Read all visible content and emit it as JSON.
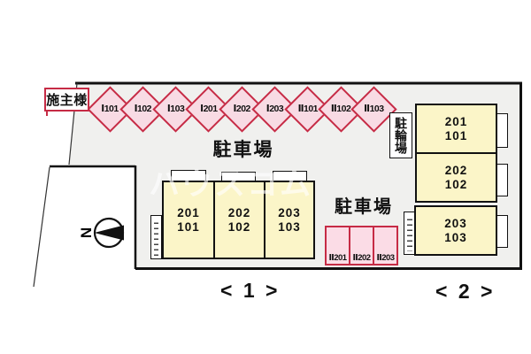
{
  "diagram": {
    "type": "site-parking-layout",
    "sponsor_label": "施主様",
    "compass_label": "N",
    "watermark_text": "ハウスコム",
    "colors": {
      "site_fill": "#f0f0ee",
      "outline": "#111111",
      "parking_fill": "#f8dbe4",
      "parking_border": "#c62b45",
      "unit_fill": "#fbf5c8"
    },
    "parking_row": {
      "title": "駐車場",
      "spaces": [
        {
          "label": "Ⅰ101"
        },
        {
          "label": "Ⅰ102"
        },
        {
          "label": "Ⅰ103"
        },
        {
          "label": "Ⅰ201"
        },
        {
          "label": "Ⅰ202"
        },
        {
          "label": "Ⅰ203"
        },
        {
          "label": "Ⅱ101"
        },
        {
          "label": "Ⅱ102"
        },
        {
          "label": "Ⅱ103"
        }
      ]
    },
    "parking_small": {
      "title": "駐車場",
      "spaces": [
        {
          "label": "Ⅱ201"
        },
        {
          "label": "Ⅱ202"
        },
        {
          "label": "Ⅱ203"
        }
      ]
    },
    "bicycle_parking": {
      "label": "駐輪場"
    },
    "building1": {
      "caption": "< 1 >",
      "units": [
        {
          "upper": "201",
          "lower": "101"
        },
        {
          "upper": "202",
          "lower": "102"
        },
        {
          "upper": "203",
          "lower": "103"
        }
      ]
    },
    "building2": {
      "caption": "< 2 >",
      "units": [
        {
          "upper": "201",
          "lower": "101"
        },
        {
          "upper": "202",
          "lower": "102"
        },
        {
          "upper": "203",
          "lower": "103"
        }
      ]
    }
  }
}
